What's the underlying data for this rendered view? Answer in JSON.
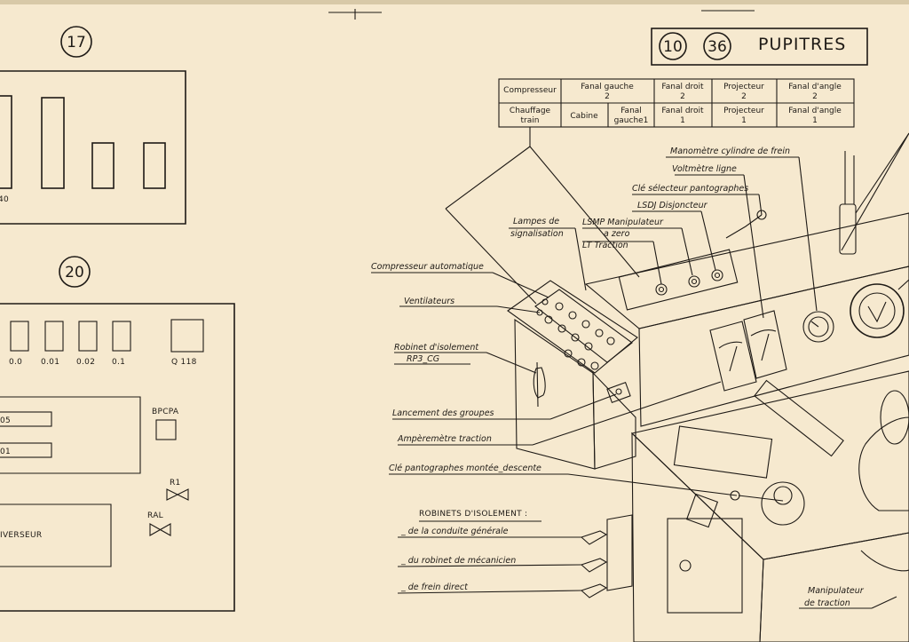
{
  "colors": {
    "paper": "#f6e9cf",
    "ink": "#1e1a16"
  },
  "left_panel": {
    "panel17": {
      "number": "17",
      "bar_label": "40"
    },
    "panel20": {
      "number": "20",
      "boxes": [
        "0.0",
        "0.01",
        "0.02",
        "0.1",
        "Q 118"
      ],
      "field_values": [
        "05",
        "01"
      ],
      "bpcpa": "BPCPA",
      "r1": "R1",
      "ral": "RAL",
      "inverseur": "IVERSEUR"
    }
  },
  "header": {
    "circle_a": "10",
    "circle_b": "36",
    "title": "PUPITRES"
  },
  "table": {
    "row1": {
      "c1": "Compresseur",
      "c2a": "Fanal gauche",
      "c2b": "2",
      "c3a": "Fanal droit",
      "c3b": "2",
      "c4a": "Projecteur",
      "c4b": "2",
      "c5a": "Fanal d'angle",
      "c5b": "2"
    },
    "row2": {
      "c1a": "Chauffage",
      "c1b": "train",
      "c2": "Cabine",
      "c2c_a": "Fanal",
      "c2c_b": "gauche1",
      "c3a": "Fanal droit",
      "c3b": "1",
      "c4a": "Projecteur",
      "c4b": "1",
      "c5a": "Fanal d'angle",
      "c5b": "1"
    }
  },
  "labels": {
    "manometre": "Manomètre cylindre de frein",
    "voltmetre": "Voltmètre ligne",
    "cle_selecteur": "Clé sélecteur pantographes",
    "lsdj": "LSDJ Disjoncteur",
    "lampes_a": "Lampes de",
    "lampes_b": "signalisation",
    "lsmp_a": "LSMP Manipulateur",
    "lsmp_b": "a zero",
    "lt": "LT Traction",
    "compresseur_auto": "Compresseur automatique",
    "ventilateurs": "Ventilateurs",
    "robinet_a": "Robinet d'isolement",
    "robinet_b": "RP3_CG",
    "lancement": "Lancement des groupes",
    "amperemetre": "Ampèremètre traction",
    "cle_panto": "Clé pantographes montée_descente",
    "robinets_heading": "ROBINETS D'ISOLEMENT :",
    "rob1": "_ de la conduite générale",
    "rob2": "_ du robinet de mécanicien",
    "rob3": "_ de frein direct",
    "manip_a": "Manipulateur",
    "manip_b": "de traction"
  }
}
